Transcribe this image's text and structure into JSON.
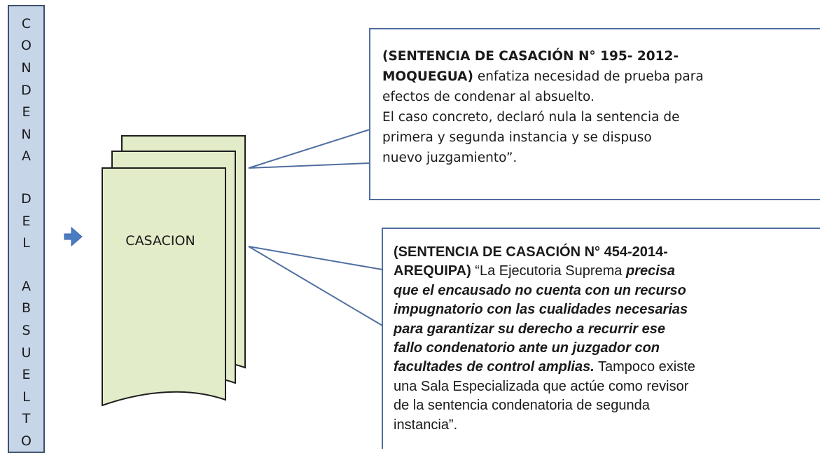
{
  "vertical_bar": {
    "letters": [
      "C",
      "O",
      "N",
      "D",
      "E",
      "N",
      "A",
      "D",
      "E",
      "L",
      "A",
      "B",
      "S",
      "U",
      "E",
      "L",
      "T",
      "O"
    ]
  },
  "casacion_label": "CASACION",
  "callout_1": {
    "bold_line_1": "(SENTENCIA DE CASACIÓN N° 195- 2012-",
    "bold_line_2": "MOQUEGUA)",
    "line_2_rest": " enfatiza necesidad de prueba para",
    "line_3": " efectos de condenar al absuelto.",
    "line_4": "El caso concreto, declaró nula la sentencia de",
    "line_5": " primera y segunda instancia y se dispuso",
    "line_6": "nuevo juzgamiento”."
  },
  "callout_2": {
    "bold_line_1": "(SENTENCIA DE CASACIÓN N° 454-2014-",
    "bold_line_2": "AREQUIPA)",
    "line_2_rest": " “La Ejecutoria Suprema ",
    "line_2_bi": "precisa",
    "line_3": "que el encausado no cuenta con un recurso",
    "line_4": " impugnatorio con las cualidades necesarias",
    "line_5": " para garantizar su derecho a recurrir ese",
    "line_6": " fallo condenatorio ante un juzgador con",
    "line_7_bi": "facultades de control amplias.",
    "line_7_rest": " Tampoco existe",
    "line_8": " una Sala Especializada que actúe como revisor",
    "line_9": "de la sentencia condenatoria de segunda",
    "line_10": "instancia”."
  },
  "colors": {
    "bar_fill": "#c6d5e8",
    "doc_fill": "#e3ecc8",
    "callout_border": "#4f6fa0",
    "arrow": "#4a7cc2"
  }
}
